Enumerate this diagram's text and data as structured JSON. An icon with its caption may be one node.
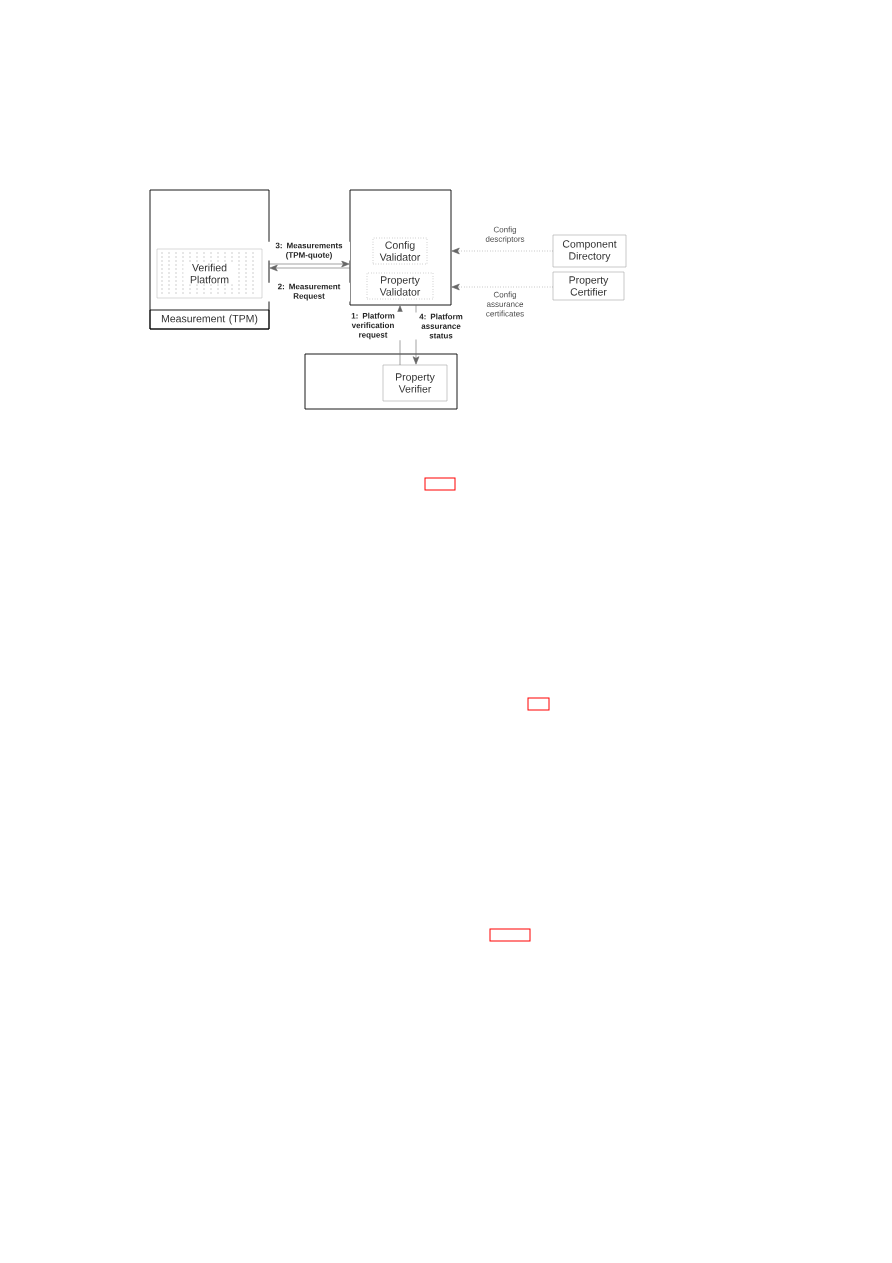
{
  "diagram": {
    "nodes": [
      {
        "text": [],
        "shape": "box"
      },
      {
        "text": [
          "Verified Platform"
        ],
        "in": 0
      },
      {
        "text": [
          "Measurement (TPM)"
        ],
        "in": 0
      },
      {
        "text": [],
        "shape": "box"
      },
      {
        "text": [
          "Config Validator"
        ],
        "in": 3
      },
      {
        "text": [
          "Property Validator"
        ],
        "in": 3
      },
      {
        "text": [
          "Component Directory"
        ]
      },
      {
        "text": [
          "Property Certifier"
        ]
      },
      {
        "text": [],
        "shape": "box"
      },
      {
        "text": [
          "Property Verifier"
        ],
        "in": 8
      }
    ],
    "edges": [
      {
        "from": 0,
        "to": 3,
        "arrow": "to",
        "label": "3: Measurements (TPM-quote)"
      },
      {
        "from": 3,
        "to": 0,
        "arrow": "to",
        "label": "2: Measurement Request"
      },
      {
        "from": 6,
        "to": 3,
        "arrow": "to",
        "label": "Config descriptors",
        "style": "dashed"
      },
      {
        "from": 7,
        "to": 3,
        "arrow": "to",
        "label": "Config assurance certificates",
        "style": "dashed"
      },
      {
        "from": 9,
        "to": 3,
        "arrow": "to",
        "label": "1: Platform verification request"
      },
      {
        "from": 3,
        "to": 9,
        "arrow": "to",
        "label": "4: Platform assurance status"
      }
    ]
  }
}
